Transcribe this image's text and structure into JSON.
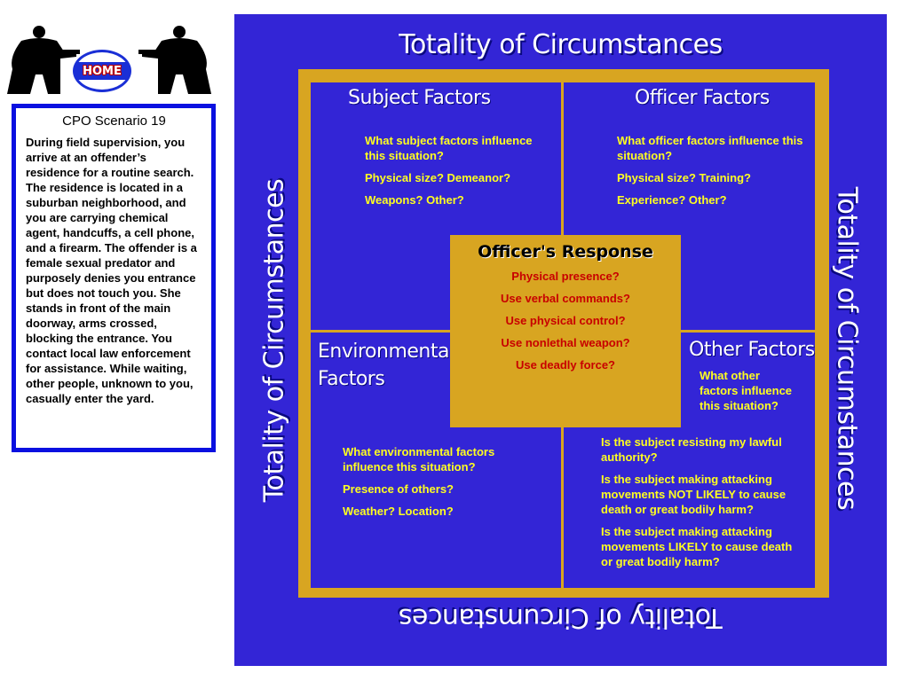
{
  "home": {
    "label": "HOME"
  },
  "scenario": {
    "title": "CPO Scenario 19",
    "text": "During field supervision, you arrive at an offender’s residence for a routine search. The residence is located in a suburban neighborhood, and you are carrying chemical agent, handcuffs, a cell phone, and a firearm. The offender is a female sexual predator and purposely denies you entrance but does not touch you. She stands in front of the main doorway, arms crossed, blocking the entrance. You contact local law enforcement for assistance. While waiting, other people, unknown to you, casually enter the yard."
  },
  "diagram": {
    "title": "Totality of Circumstances",
    "subject": {
      "heading": "Subject Factors",
      "questions": [
        "What subject factors influence this situation?",
        "Physical size? Demeanor?",
        "Weapons? Other?"
      ]
    },
    "officer": {
      "heading": "Officer Factors",
      "questions": [
        "What officer factors influence this situation?",
        "Physical size? Training?",
        "Experience? Other?"
      ]
    },
    "environmental": {
      "heading_line1": "Environmental",
      "heading_line2": "Factors",
      "questions": [
        "What environmental factors influence this situation?",
        "Presence of others?",
        "Weather? Location?"
      ]
    },
    "other": {
      "heading": "Other Factors",
      "intro": "What other factors influence this situation?",
      "questions": [
        "Is the subject resisting my lawful authority?",
        "Is the subject making attacking movements NOT LIKELY to cause death or great bodily harm?",
        "Is the subject making attacking movements LIKELY to cause death or great bodily harm?"
      ]
    },
    "response": {
      "title": "Officer's Response",
      "items": [
        "Physical presence?",
        "Use verbal commands?",
        "Use physical control?",
        "Use nonlethal weapon?",
        "Use deadly force?"
      ]
    }
  },
  "colors": {
    "diagram_blue": "#3325d6",
    "frame_gold": "#d8a521",
    "question_yellow": "#ffff20",
    "response_red": "#c80000",
    "panel_border_blue": "#0a10e0"
  }
}
